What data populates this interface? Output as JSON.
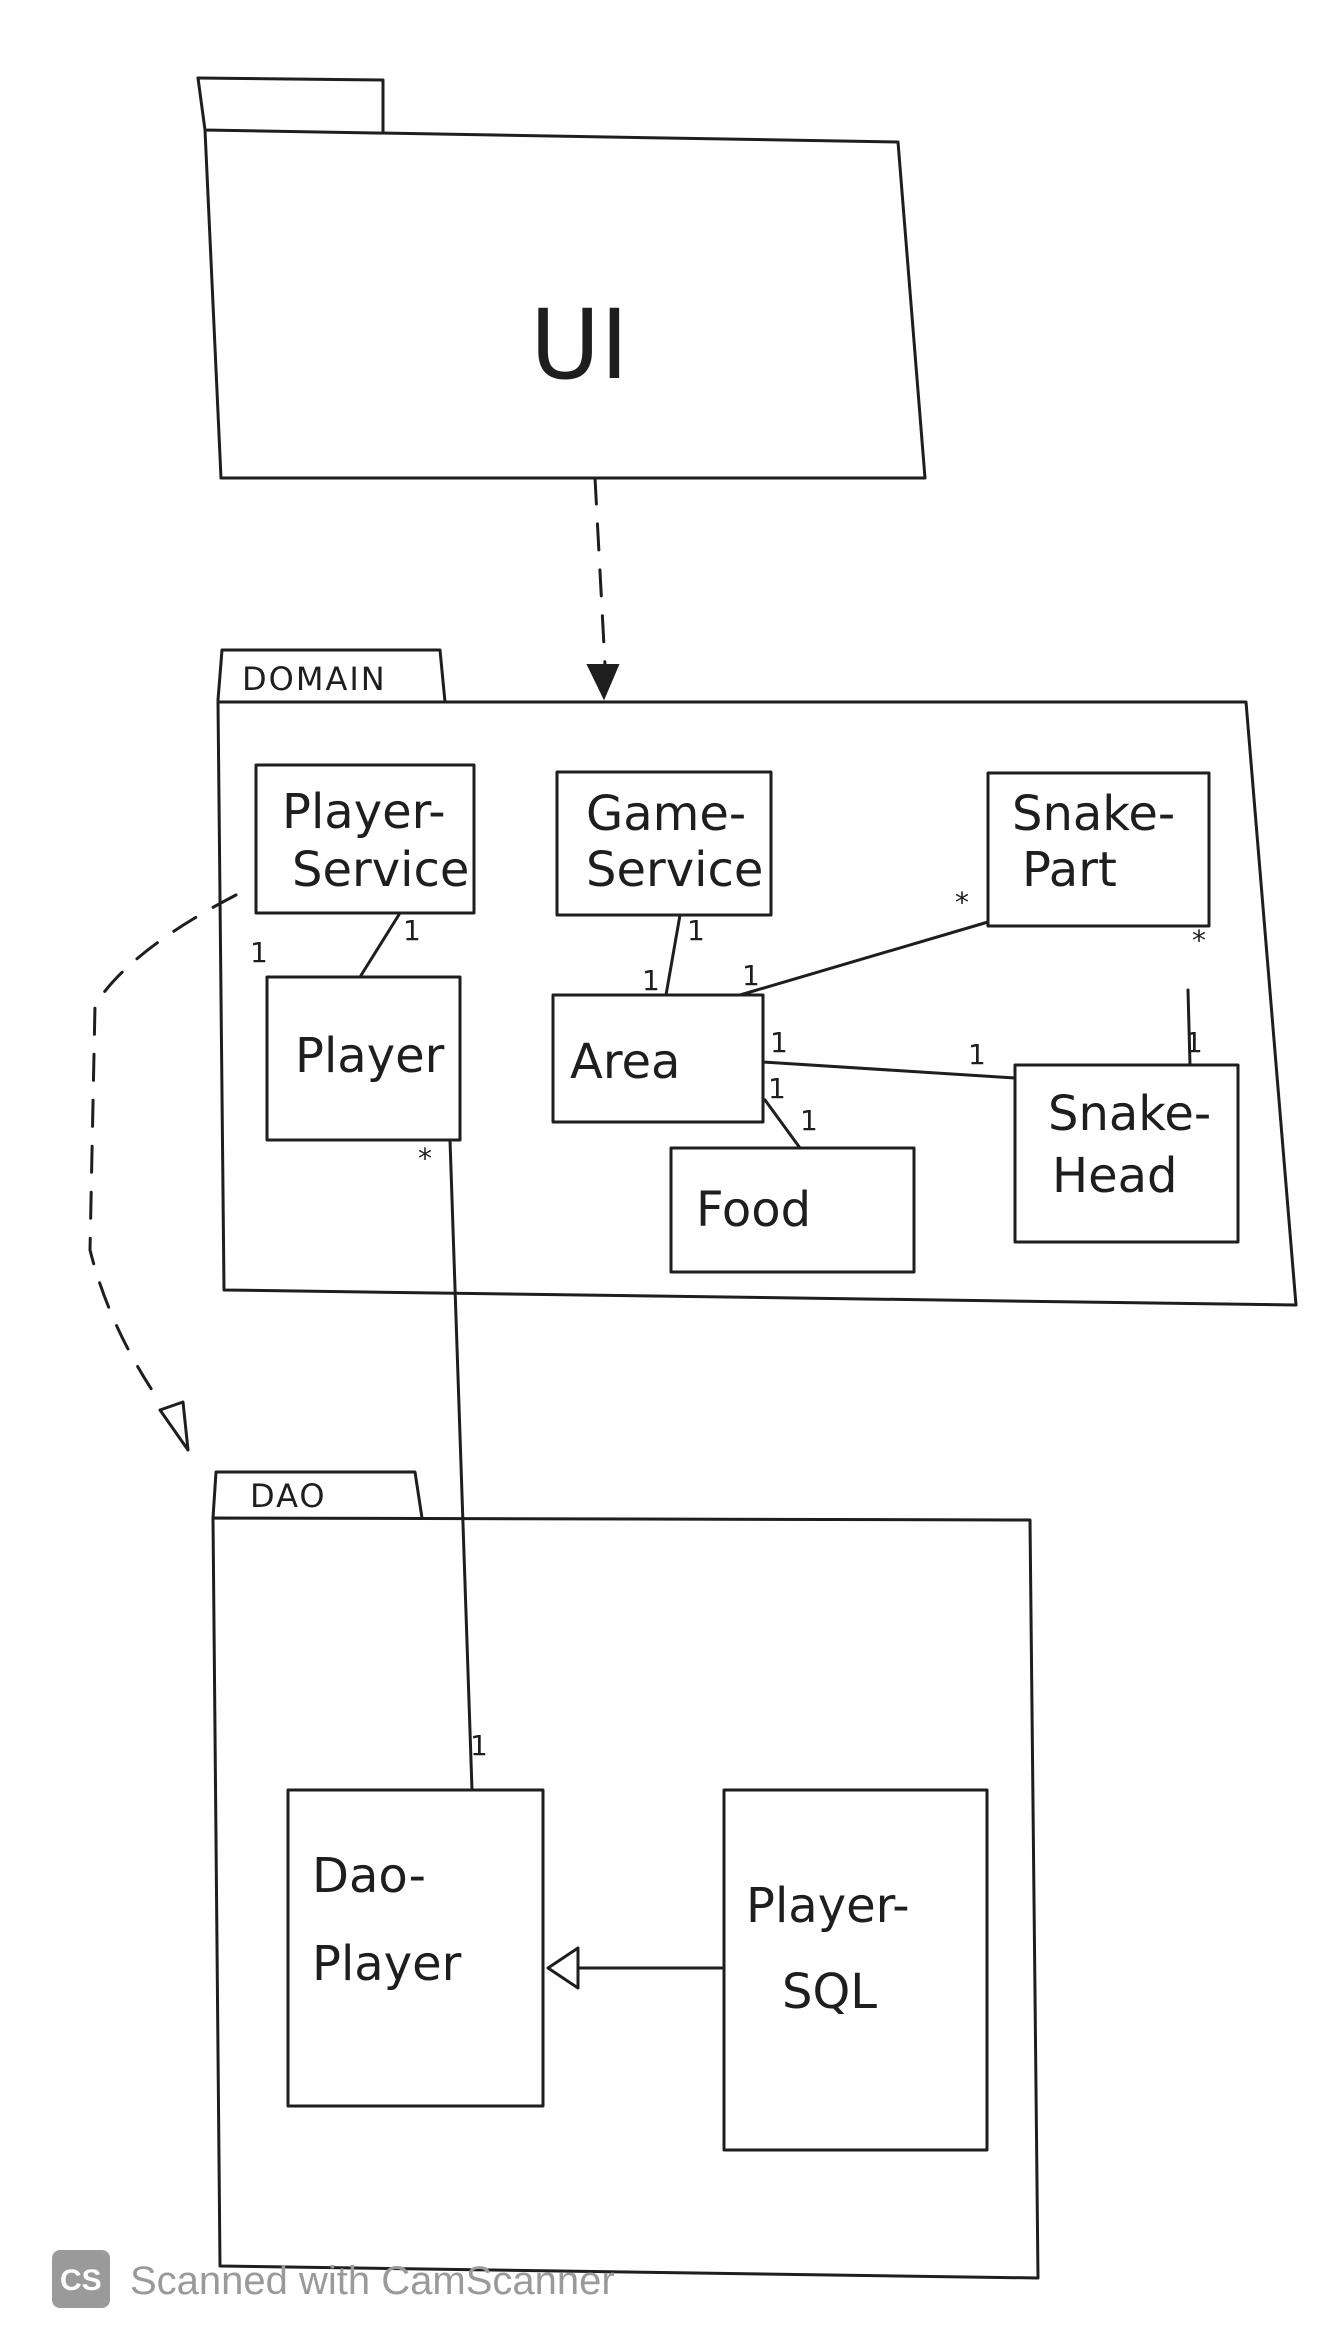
{
  "packages": {
    "ui": {
      "label": "UI"
    },
    "domain": {
      "label": "DOMAIN"
    },
    "dao": {
      "label": "DAO"
    }
  },
  "classes": {
    "player_service": {
      "line1": "Player-",
      "line2": "Service"
    },
    "game_service": {
      "line1": "Game-",
      "line2": "Service"
    },
    "snake_part": {
      "line1": "Snake-",
      "line2": "Part"
    },
    "player": {
      "label": "Player"
    },
    "area": {
      "label": "Area"
    },
    "food": {
      "label": "Food"
    },
    "snake_head": {
      "line1": "Snake-",
      "line2": "Head"
    },
    "dao_player": {
      "line1": "Dao-",
      "line2": "Player"
    },
    "player_sql": {
      "line1": "Player-",
      "line2": "SQL"
    }
  },
  "multiplicities": {
    "playerservice_player_a": "1",
    "playerservice_player_b": "1",
    "gameservice_area_a": "1",
    "gameservice_area_b": "1",
    "area_snakepart_area": "1",
    "area_snakepart_part": "*",
    "area_snakehead_area": "1",
    "area_snakehead_head": "1",
    "area_food_area": "1",
    "area_food_food": "1",
    "snakepart_snakehead_part": "*",
    "snakepart_snakehead_head": "1",
    "player_daoplayer_player": "*",
    "player_daoplayer_dao": "1"
  },
  "watermark": {
    "badge": "CS",
    "text": "Scanned with CamScanner"
  }
}
